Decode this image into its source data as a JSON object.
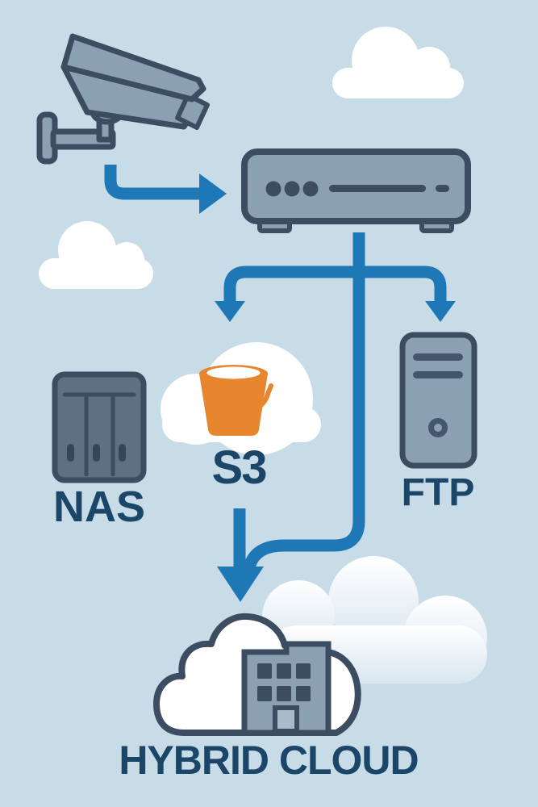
{
  "diagram": {
    "type": "architecture-illustration",
    "description": "Surveillance camera footage recorded to a video recorder and distributed to S3, FTP and a hybrid cloud",
    "labels": {
      "nas": "NAS",
      "s3": "S3",
      "ftp": "FTP",
      "hybrid_cloud": "HYBRID CLOUD"
    },
    "icons": [
      "cctv-camera-icon",
      "video-recorder-icon",
      "nas-icon",
      "s3-bucket-cloud-icon",
      "ftp-server-icon",
      "hybrid-cloud-building-icon",
      "cloud-icon"
    ],
    "connections": [
      {
        "from": "cctv-camera",
        "to": "video-recorder"
      },
      {
        "from": "video-recorder",
        "to": "s3"
      },
      {
        "from": "video-recorder",
        "to": "ftp"
      },
      {
        "from": "video-recorder",
        "to": "hybrid-cloud"
      },
      {
        "from": "s3",
        "to": "hybrid-cloud"
      }
    ],
    "colors": {
      "background": "#c8dce8",
      "arrow": "#1e78b5",
      "outline": "#3c4d61",
      "device": "#8ca0b3",
      "device_dark": "#44566c",
      "nas": "#5d7183",
      "nas_dark": "#35465a",
      "bucket": "#e8862f",
      "cloud": "#ffffff",
      "cloud_far": "#dce9f2",
      "label": "#1b4668",
      "door": "#a9bac8"
    }
  }
}
